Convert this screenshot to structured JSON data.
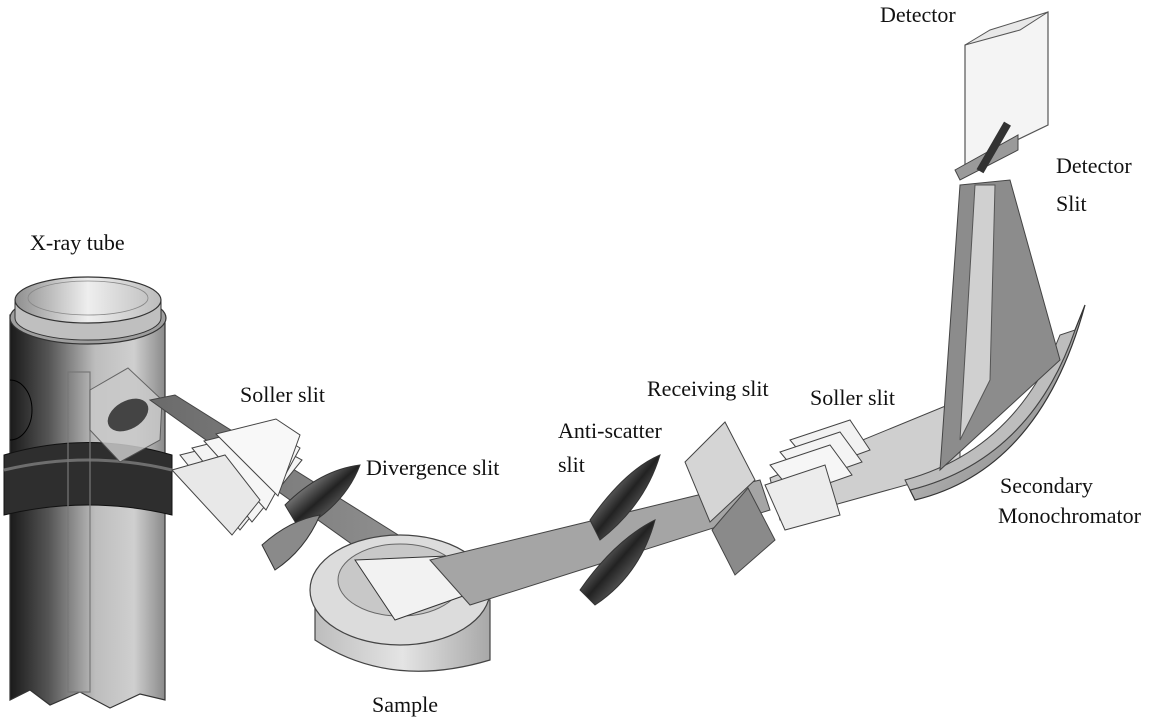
{
  "labels": {
    "detector": "Detector",
    "detector_slit_line1": "Detector",
    "detector_slit_line2": "Slit",
    "xray_tube": "X-ray tube",
    "soller_slit_1": "Soller slit",
    "receiving_slit": "Receiving slit",
    "soller_slit_2": "Soller slit",
    "anti_scatter_line1": "Anti-scatter",
    "anti_scatter_line2": "slit",
    "divergence_slit": "Divergence slit",
    "secondary_mono_line1": "Secondary",
    "secondary_mono_line2": "Monochromator",
    "sample": "Sample"
  }
}
